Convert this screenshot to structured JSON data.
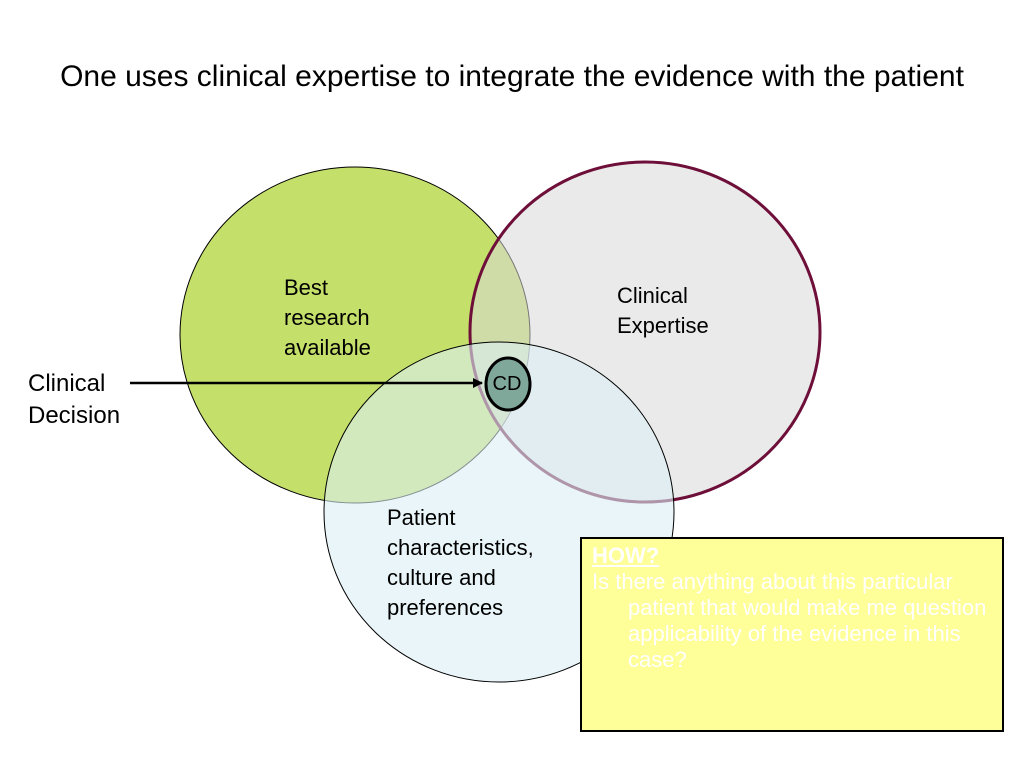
{
  "title": "One uses clinical expertise to integrate the evidence with the patient",
  "circles": {
    "research": {
      "lines": [
        "Best",
        "research",
        "available"
      ],
      "fill": "#c5df6b"
    },
    "expertise": {
      "lines": [
        "Clinical",
        "Expertise"
      ],
      "fill": "#d9d9d9",
      "stroke": "#6e0f3a"
    },
    "patient": {
      "lines": [
        "Patient",
        "characteristics,",
        "culture and",
        "preferences"
      ],
      "fill": "#daeef3"
    }
  },
  "decision": {
    "lines": [
      "Clinical",
      "Decision"
    ],
    "marker": "CD",
    "marker_fill": "#7fa89a"
  },
  "note": {
    "heading": "HOW?",
    "body": "Is there anything about this particular patient that would make me question applicability of the evidence in this case?",
    "fill": "#ffff99",
    "text_color": "#ffffff"
  }
}
